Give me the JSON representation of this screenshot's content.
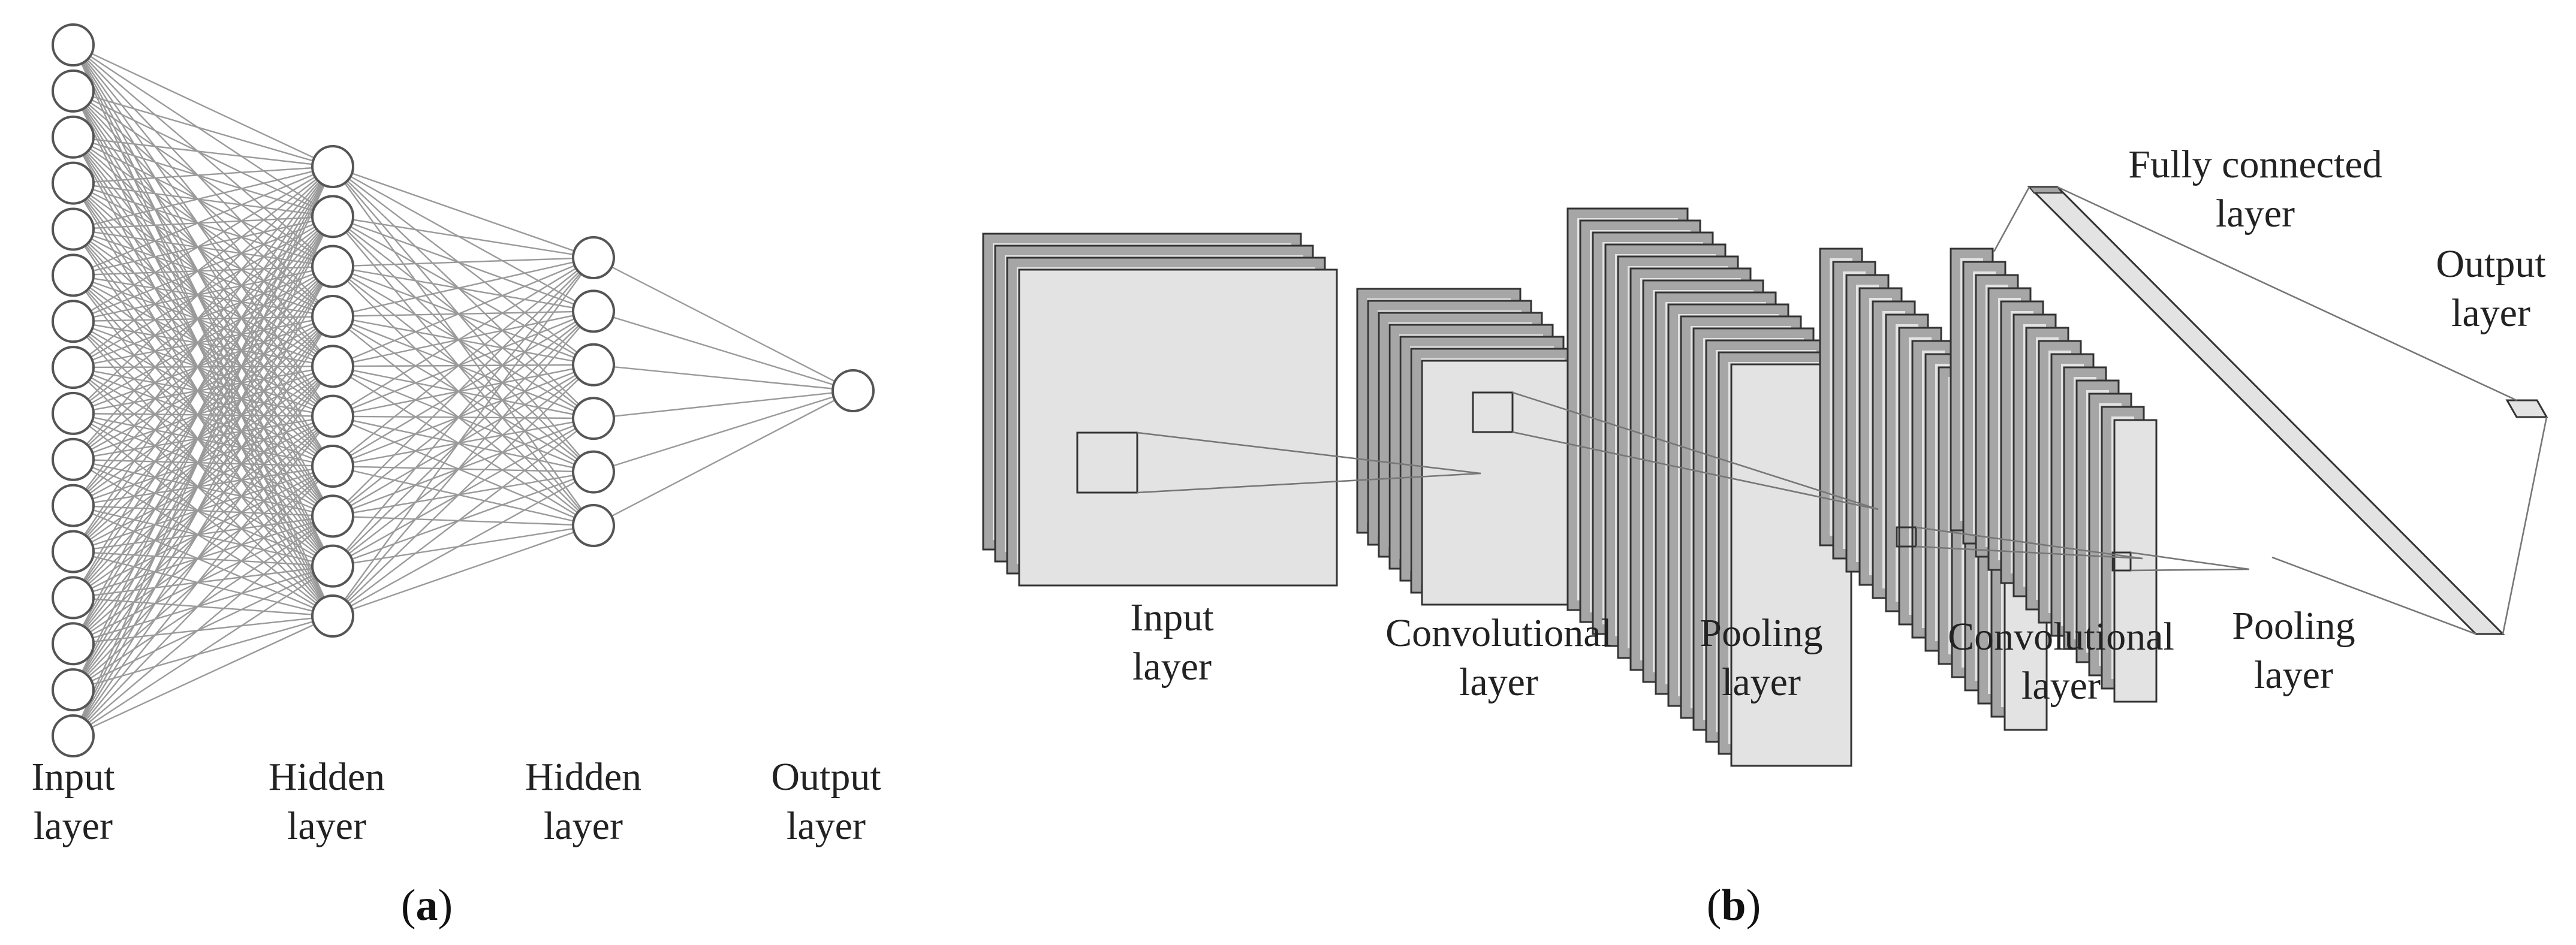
{
  "panel_a": {
    "caption_open": "(",
    "caption_letter": "a",
    "caption_close": ")",
    "layers": [
      {
        "line1": "Input",
        "line2": "layer",
        "node_count": 16
      },
      {
        "line1": "Hidden",
        "line2": "layer",
        "node_count": 10
      },
      {
        "line1": "Hidden",
        "line2": "layer",
        "node_count": 6
      },
      {
        "line1": "Output",
        "line2": "layer",
        "node_count": 1
      }
    ]
  },
  "panel_b": {
    "caption_open": "(",
    "caption_letter": "b",
    "caption_close": ")",
    "labels": {
      "input": {
        "line1": "Input",
        "line2": "layer"
      },
      "conv1": {
        "line1": "Convolutional",
        "line2": "layer"
      },
      "pool1": {
        "line1": "Pooling",
        "line2": "layer"
      },
      "conv2": {
        "line1": "Convolutional",
        "line2": "layer"
      },
      "pool2": {
        "line1": "Pooling",
        "line2": "layer"
      },
      "fc": {
        "line1": "Fully connected",
        "line2": "layer"
      },
      "output": {
        "line1": "Output",
        "line2": "layer"
      }
    }
  },
  "colors": {
    "edge": "#9a9a9a",
    "node_stroke": "#555555",
    "map_dark": "#a6a6a6",
    "map_light": "#e3e3e3",
    "map_stroke": "#333333"
  }
}
